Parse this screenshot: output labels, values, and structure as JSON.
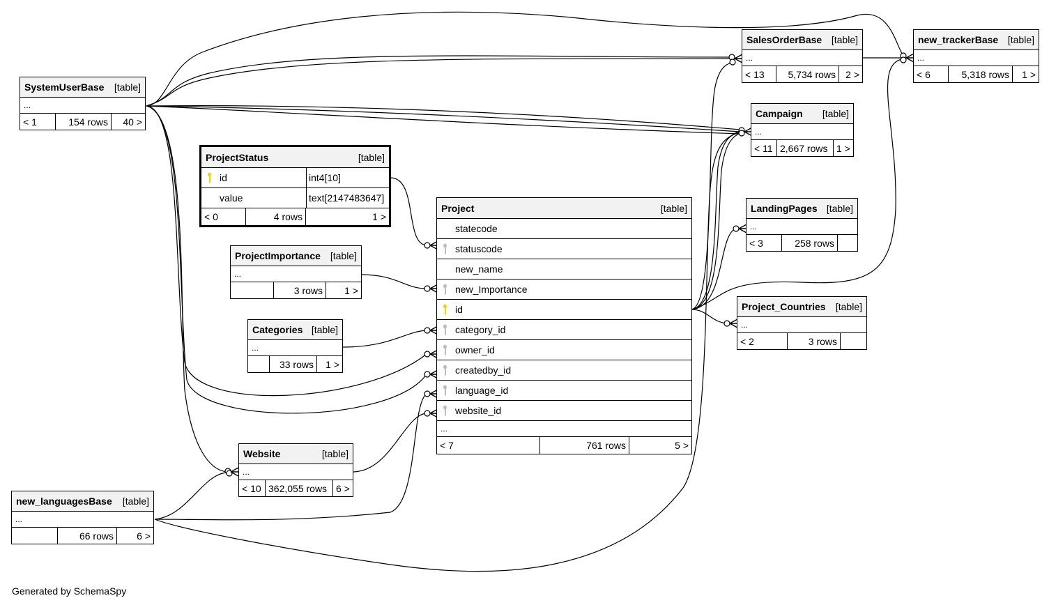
{
  "footer": "Generated by SchemaSpy",
  "tables": {
    "systemuser": {
      "name": "SystemUserBase",
      "type": "[table]",
      "ellipsis": "...",
      "parents": "< 1",
      "rows": "154 rows",
      "children": "40 >"
    },
    "salesorder": {
      "name": "SalesOrderBase",
      "type": "[table]",
      "ellipsis": "...",
      "parents": "< 13",
      "rows": "5,734 rows",
      "children": "2 >"
    },
    "tracker": {
      "name": "new_trackerBase",
      "type": "[table]",
      "ellipsis": "...",
      "parents": "< 6",
      "rows": "5,318 rows",
      "children": "1 >"
    },
    "campaign": {
      "name": "Campaign",
      "type": "[table]",
      "ellipsis": "...",
      "parents": "< 11",
      "rows": "2,667 rows",
      "children": "1 >"
    },
    "projectstatus": {
      "name": "ProjectStatus",
      "type": "[table]",
      "columns": [
        {
          "name": "id",
          "datatype": "int4[10]",
          "key": "primary"
        },
        {
          "name": "value",
          "datatype": "text[2147483647]",
          "key": ""
        }
      ],
      "parents": "< 0",
      "rows": "4 rows",
      "children": "1 >"
    },
    "projectimportance": {
      "name": "ProjectImportance",
      "type": "[table]",
      "ellipsis": "...",
      "parents": "",
      "rows": "3 rows",
      "children": "1 >"
    },
    "categories": {
      "name": "Categories",
      "type": "[table]",
      "ellipsis": "...",
      "parents": "",
      "rows": "33 rows",
      "children": "1 >"
    },
    "landingpages": {
      "name": "LandingPages",
      "type": "[table]",
      "ellipsis": "...",
      "parents": "< 3",
      "rows": "258 rows",
      "children": ""
    },
    "projectcountries": {
      "name": "Project_Countries",
      "type": "[table]",
      "ellipsis": "...",
      "parents": "< 2",
      "rows": "3 rows",
      "children": ""
    },
    "website": {
      "name": "Website",
      "type": "[table]",
      "ellipsis": "...",
      "parents": "< 10",
      "rows": "362,055 rows",
      "children": "6 >"
    },
    "languages": {
      "name": "new_languagesBase",
      "type": "[table]",
      "ellipsis": "...",
      "parents": "",
      "rows": "66 rows",
      "children": "6 >"
    },
    "project": {
      "name": "Project",
      "type": "[table]",
      "columns": [
        {
          "name": "statecode",
          "key": ""
        },
        {
          "name": "statuscode",
          "key": "foreign"
        },
        {
          "name": "new_name",
          "key": ""
        },
        {
          "name": "new_Importance",
          "key": "foreign"
        },
        {
          "name": "id",
          "key": "primary"
        },
        {
          "name": "category_id",
          "key": "foreign"
        },
        {
          "name": "owner_id",
          "key": "foreign"
        },
        {
          "name": "createdby_id",
          "key": "foreign"
        },
        {
          "name": "language_id",
          "key": "foreign"
        },
        {
          "name": "website_id",
          "key": "foreign"
        }
      ],
      "ellipsis": "...",
      "parents": "< 7",
      "rows": "761 rows",
      "children": "5 >"
    }
  },
  "relationships": [
    {
      "from": "ProjectStatus.id",
      "to": "Project.statuscode"
    },
    {
      "from": "ProjectImportance",
      "to": "Project.new_Importance"
    },
    {
      "from": "Categories",
      "to": "Project.category_id"
    },
    {
      "from": "SystemUserBase",
      "to": "Project.owner_id"
    },
    {
      "from": "SystemUserBase",
      "to": "Project.createdby_id"
    },
    {
      "from": "new_languagesBase",
      "to": "Project.language_id"
    },
    {
      "from": "Website",
      "to": "Project.website_id"
    },
    {
      "from": "SystemUserBase",
      "to": "SalesOrderBase"
    },
    {
      "from": "SystemUserBase",
      "to": "SalesOrderBase"
    },
    {
      "from": "SystemUserBase",
      "to": "new_trackerBase"
    },
    {
      "from": "SalesOrderBase",
      "to": "new_trackerBase"
    },
    {
      "from": "SystemUserBase",
      "to": "Campaign"
    },
    {
      "from": "SystemUserBase",
      "to": "Campaign"
    },
    {
      "from": "SystemUserBase",
      "to": "Website"
    },
    {
      "from": "new_languagesBase",
      "to": "Website"
    },
    {
      "from": "new_languagesBase",
      "to": "Campaign"
    },
    {
      "from": "Project.id",
      "to": "Campaign"
    },
    {
      "from": "Project.id",
      "to": "SalesOrderBase"
    },
    {
      "from": "Project.id",
      "to": "LandingPages"
    },
    {
      "from": "Project.id",
      "to": "new_trackerBase"
    },
    {
      "from": "Project.id",
      "to": "Project_Countries"
    }
  ]
}
